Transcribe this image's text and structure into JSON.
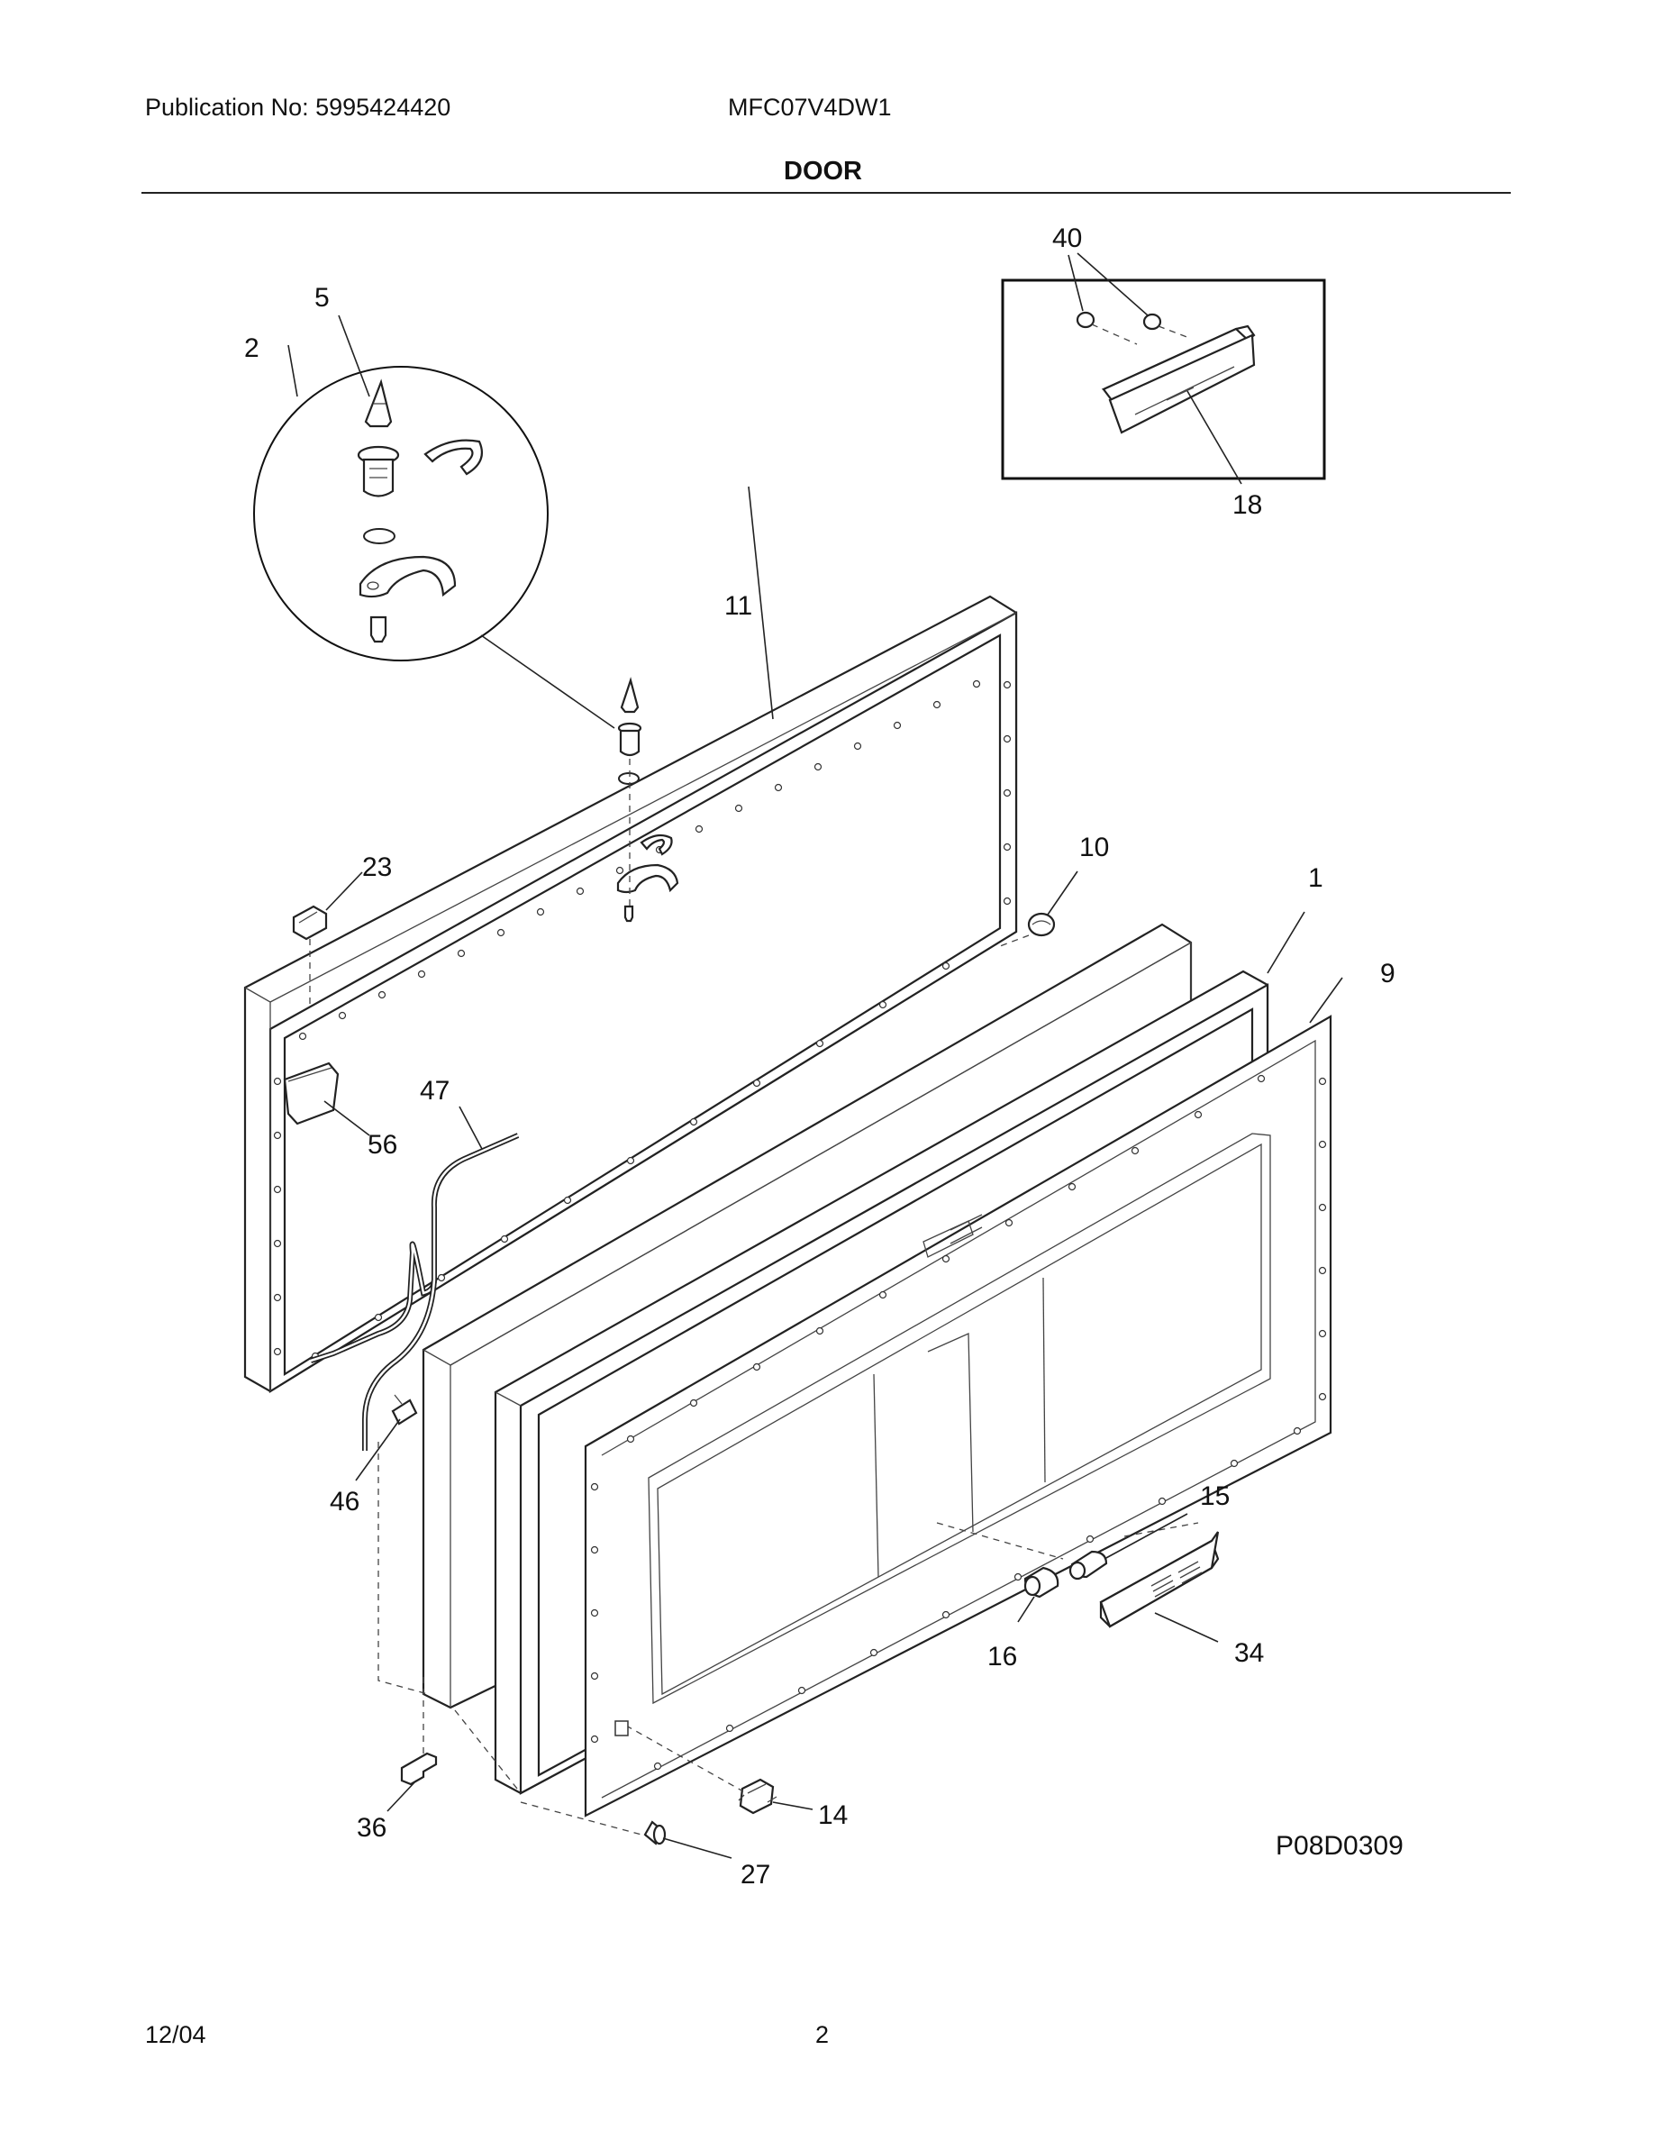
{
  "header": {
    "publication": "Publication No: 5995424420",
    "model": "MFC07V4DW1",
    "title": "DOOR"
  },
  "footer": {
    "date": "12/04",
    "page": "2"
  },
  "diagram": {
    "figure_code": "P08D0309",
    "callouts": {
      "c1": "1",
      "c2": "2",
      "c5": "5",
      "c9": "9",
      "c10": "10",
      "c11": "11",
      "c14": "14",
      "c15": "15",
      "c16": "16",
      "c18": "18",
      "c23": "23",
      "c27": "27",
      "c34": "34",
      "c36": "36",
      "c40": "40",
      "c46": "46",
      "c47": "47",
      "c56": "56"
    }
  }
}
